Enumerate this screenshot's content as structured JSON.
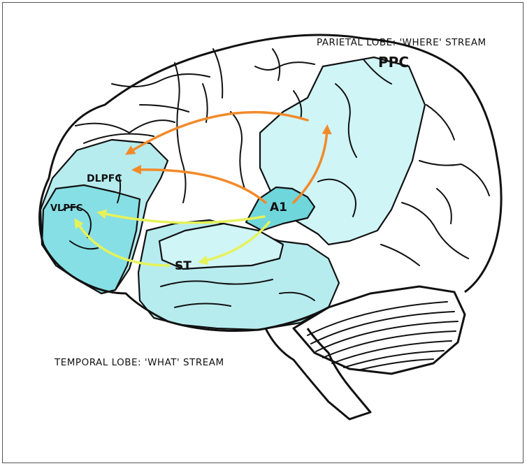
{
  "captions": {
    "parietal": "PARIETAL LOBE: 'WHERE' STREAM",
    "ppc": "PPC",
    "temporal": "TEMPORAL LOBE: 'WHAT' STREAM"
  },
  "regions": {
    "dlpfc": "DLPFC",
    "vlpfc": "VLPFC",
    "a1": "A1",
    "st": "ST"
  },
  "colors": {
    "region_fill": "#cff5f6",
    "region_fill_dark": "#6fd6dc",
    "where_arrow": "#f28a2a",
    "what_arrow": "#e6f25a"
  }
}
